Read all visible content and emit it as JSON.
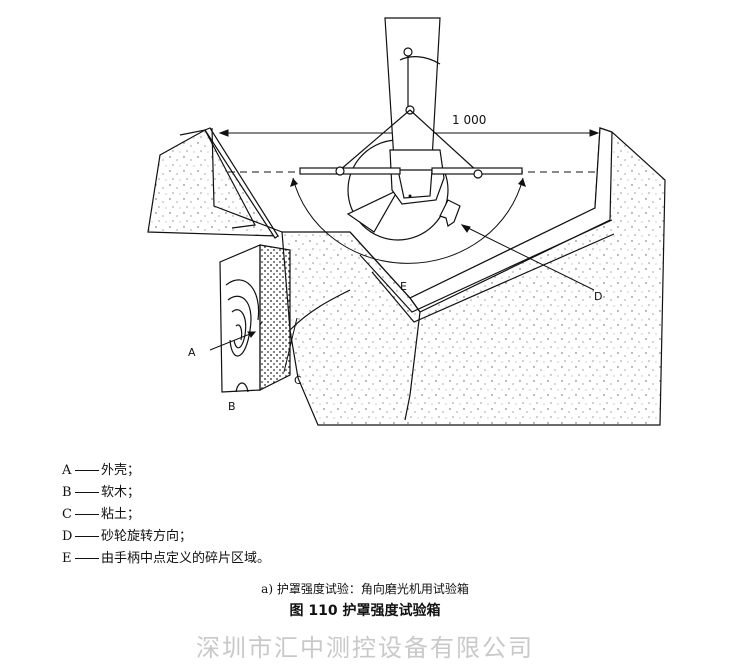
{
  "figure": {
    "dimension_label": "1 000",
    "callouts": {
      "A": "A",
      "B": "B",
      "C": "C",
      "D": "D",
      "E": "E"
    }
  },
  "legend": [
    {
      "key": "A",
      "text": "外壳；"
    },
    {
      "key": "B",
      "text": "软木；"
    },
    {
      "key": "C",
      "text": "粘土；"
    },
    {
      "key": "D",
      "text": "砂轮旋转方向；"
    },
    {
      "key": "E",
      "text": "由手柄中点定义的碎片区域。"
    }
  ],
  "sub_caption": "a)   护罩强度试验：角向磨光机用试验箱",
  "figure_caption": "图 110    护罩强度试验箱",
  "watermark": "深圳市汇中测控设备有限公司"
}
